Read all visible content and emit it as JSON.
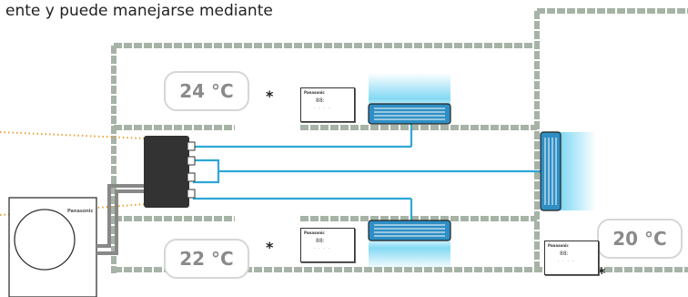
{
  "caption": "ente y puede manejarse mediante",
  "rooms": {
    "top": {
      "temperature": "24 °C",
      "remote_brand": "Panasonic",
      "remote_display": "88:",
      "asterisk": "*"
    },
    "bottom": {
      "temperature": "22 °C",
      "remote_brand": "Panasonic",
      "remote_display": "88:",
      "asterisk": "*"
    },
    "right": {
      "temperature": "20 °C",
      "remote_brand": "Panasonic",
      "remote_display": "88:",
      "asterisk": "*"
    }
  },
  "heat_pump": {
    "brand": "Panasonic"
  },
  "colors": {
    "wall": "#a6b3a6",
    "pipe": "#2ea7d6",
    "unit_fill": "#2f8fc4",
    "airflow": "#6fd3f2",
    "distributor": "#333333",
    "temp_border": "#d6d6d6",
    "temp_text": "#8a8a8a",
    "signal_dots": "#e8a33c"
  },
  "icons": [
    "heat-pump-icon",
    "distribution-box-icon",
    "indoor-unit-icon",
    "remote-control-icon"
  ]
}
